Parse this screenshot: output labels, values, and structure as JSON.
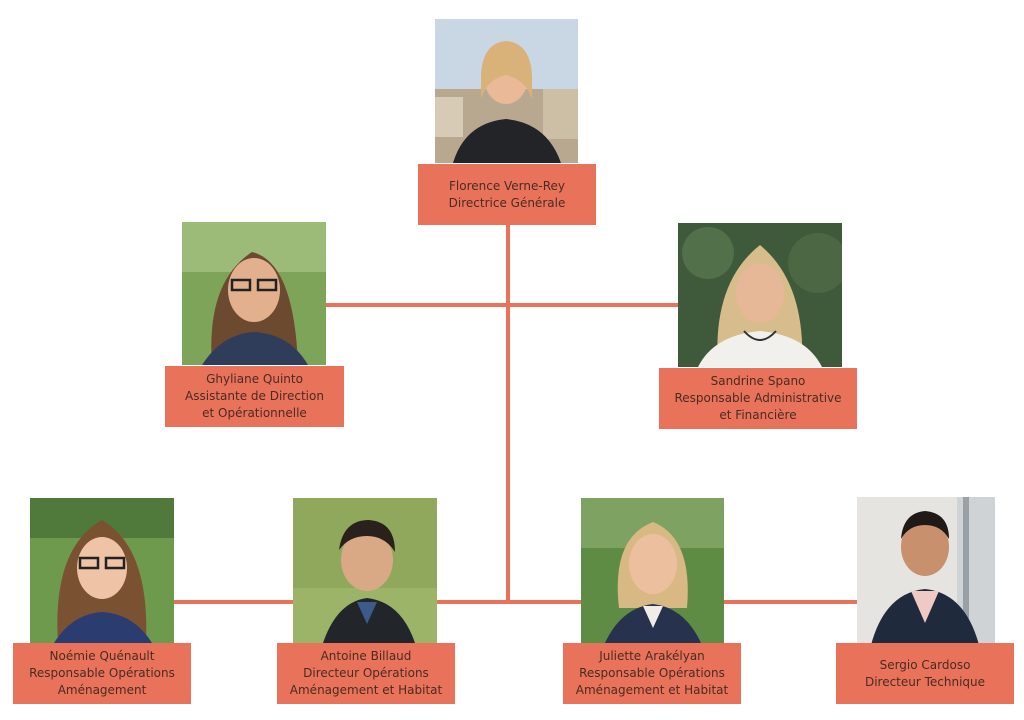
{
  "org_chart": {
    "colors": {
      "box": "#e8735a",
      "line": "#e8735a",
      "text": "#4a2b22"
    },
    "people": [
      {
        "id": "florence",
        "name": "Florence Verne-Rey",
        "title": [
          "Directrice  Générale"
        ],
        "photo": "portrait-photo"
      },
      {
        "id": "ghyliane",
        "name": "Ghyliane Quinto",
        "title": [
          "Assistante de Direction",
          "et Opérationnelle"
        ],
        "photo": "portrait-photo"
      },
      {
        "id": "sandrine",
        "name": "Sandrine Spano",
        "title": [
          "Responsable Administrative",
          "et Financière"
        ],
        "photo": "portrait-photo"
      },
      {
        "id": "noemie",
        "name": "Noémie Quénault",
        "title": [
          "Responsable Opérations",
          "Aménagement"
        ],
        "photo": "portrait-photo"
      },
      {
        "id": "antoine",
        "name": "Antoine Billaud",
        "title": [
          "Directeur  Opérations",
          "Aménagement et  Habitat"
        ],
        "photo": "portrait-photo"
      },
      {
        "id": "juliette",
        "name": "Juliette Arakélyan",
        "title": [
          "Responsable Opérations",
          "Aménagement et Habitat"
        ],
        "photo": "portrait-photo"
      },
      {
        "id": "sergio",
        "name": "Sergio Cardoso",
        "title": [
          "Directeur Technique"
        ],
        "photo": "portrait-photo"
      }
    ]
  }
}
